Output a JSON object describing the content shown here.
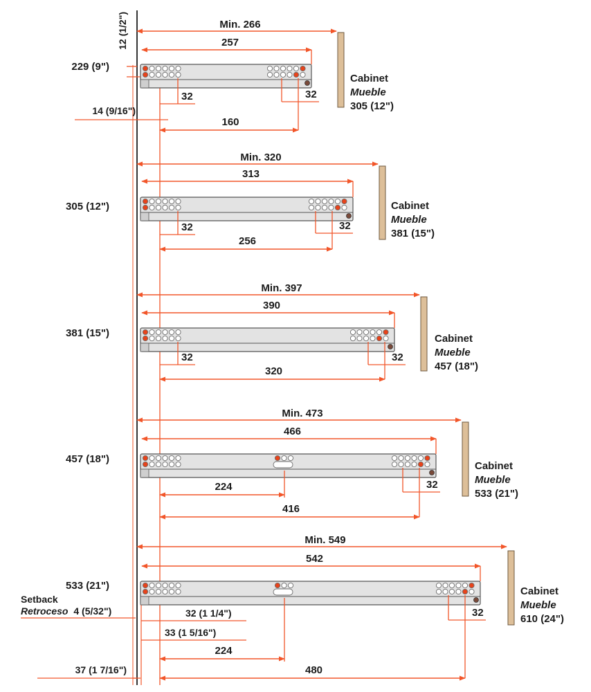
{
  "colors": {
    "dimension": "#f2562a",
    "slide_fill": "#e3e3e3",
    "slide_edge": "#555555",
    "panel_fill": "#ddbf99",
    "panel_edge": "#6e5a40",
    "text": "#1a1a1a",
    "hole_dot": "#e8431b"
  },
  "top_note": "12 (1/2\")",
  "left_note": "14 (9/16\")",
  "setback": {
    "label": "Setback",
    "label_es": "Retroceso",
    "value": "4 (5/32\")"
  },
  "bottom_notes": {
    "n32": "32 (1 1/4\")",
    "n33": "33 (1 5/16\")",
    "n37": "37 (1 7/16\")"
  },
  "rows": [
    {
      "slide": "229 (9\")",
      "min": "Min. 266",
      "length": "257",
      "hole_a": "32",
      "hole_b": "32",
      "spacing": [
        "160"
      ],
      "cabinet_label": "Cabinet",
      "cabinet_label_es": "Mueble",
      "cabinet_depth": "305 (12\")"
    },
    {
      "slide": "305 (12\")",
      "min": "Min. 320",
      "length": "313",
      "hole_a": "32",
      "hole_b": "32",
      "spacing": [
        "256"
      ],
      "cabinet_label": "Cabinet",
      "cabinet_label_es": "Mueble",
      "cabinet_depth": "381 (15\")"
    },
    {
      "slide": "381 (15\")",
      "min": "Min. 397",
      "length": "390",
      "hole_a": "32",
      "hole_b": "32",
      "spacing": [
        "320"
      ],
      "cabinet_label": "Cabinet",
      "cabinet_label_es": "Mueble",
      "cabinet_depth": "457 (18\")"
    },
    {
      "slide": "457 (18\")",
      "min": "Min. 473",
      "length": "466",
      "hole_a": "",
      "hole_b": "32",
      "spacing": [
        "224",
        "416"
      ],
      "cabinet_label": "Cabinet",
      "cabinet_label_es": "Mueble",
      "cabinet_depth": "533 (21\")"
    },
    {
      "slide": "533 (21\")",
      "min": "Min. 549",
      "length": "542",
      "hole_a": "",
      "hole_b": "32",
      "spacing": [
        "224",
        "480"
      ],
      "cabinet_label": "Cabinet",
      "cabinet_label_es": "Mueble",
      "cabinet_depth": "610 (24\")"
    }
  ]
}
